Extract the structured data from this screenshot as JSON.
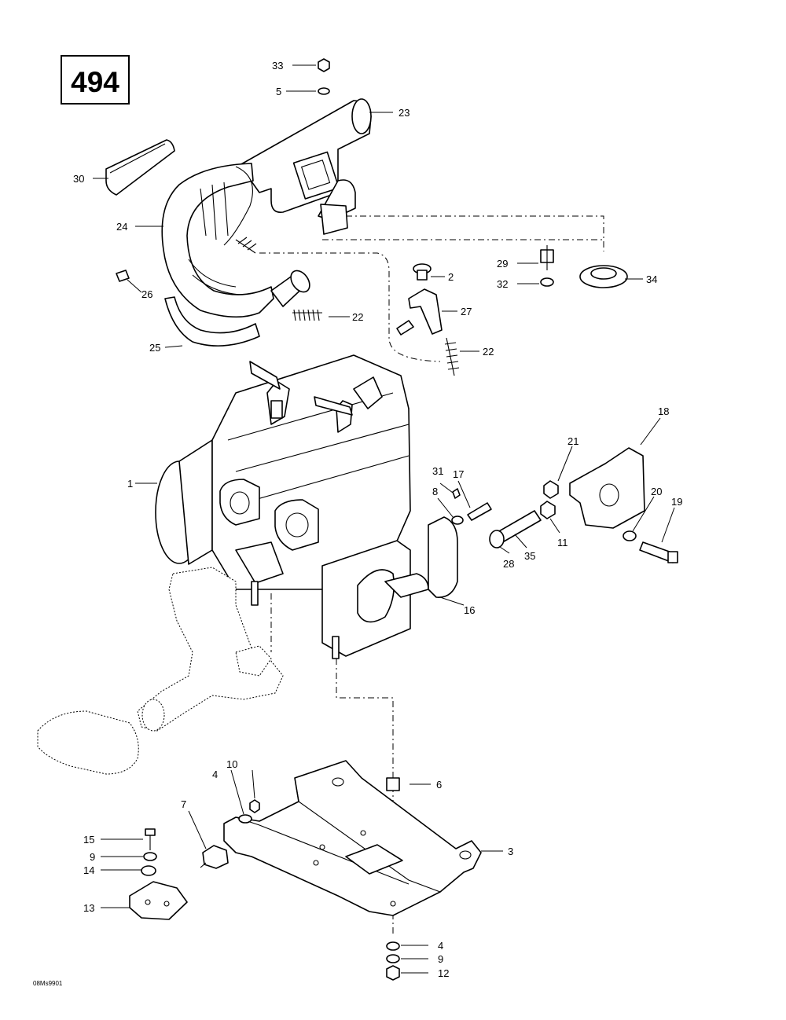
{
  "page_number": "494",
  "drawing_code": "08Ms9901",
  "callouts": {
    "c1": "1",
    "c2": "2",
    "c3": "3",
    "c4a": "4",
    "c4b": "4",
    "c5": "5",
    "c6": "6",
    "c7": "7",
    "c8": "8",
    "c9a": "9",
    "c9b": "9",
    "c10": "10",
    "c11": "11",
    "c12": "12",
    "c13": "13",
    "c14": "14",
    "c15": "15",
    "c16": "16",
    "c17": "17",
    "c18": "18",
    "c19": "19",
    "c20": "20",
    "c21": "21",
    "c22a": "22",
    "c22b": "22",
    "c23": "23",
    "c24": "24",
    "c25": "25",
    "c26": "26",
    "c27": "27",
    "c28": "28",
    "c29": "29",
    "c30": "30",
    "c31": "31",
    "c32": "32",
    "c33": "33",
    "c34": "34",
    "c35": "35"
  }
}
